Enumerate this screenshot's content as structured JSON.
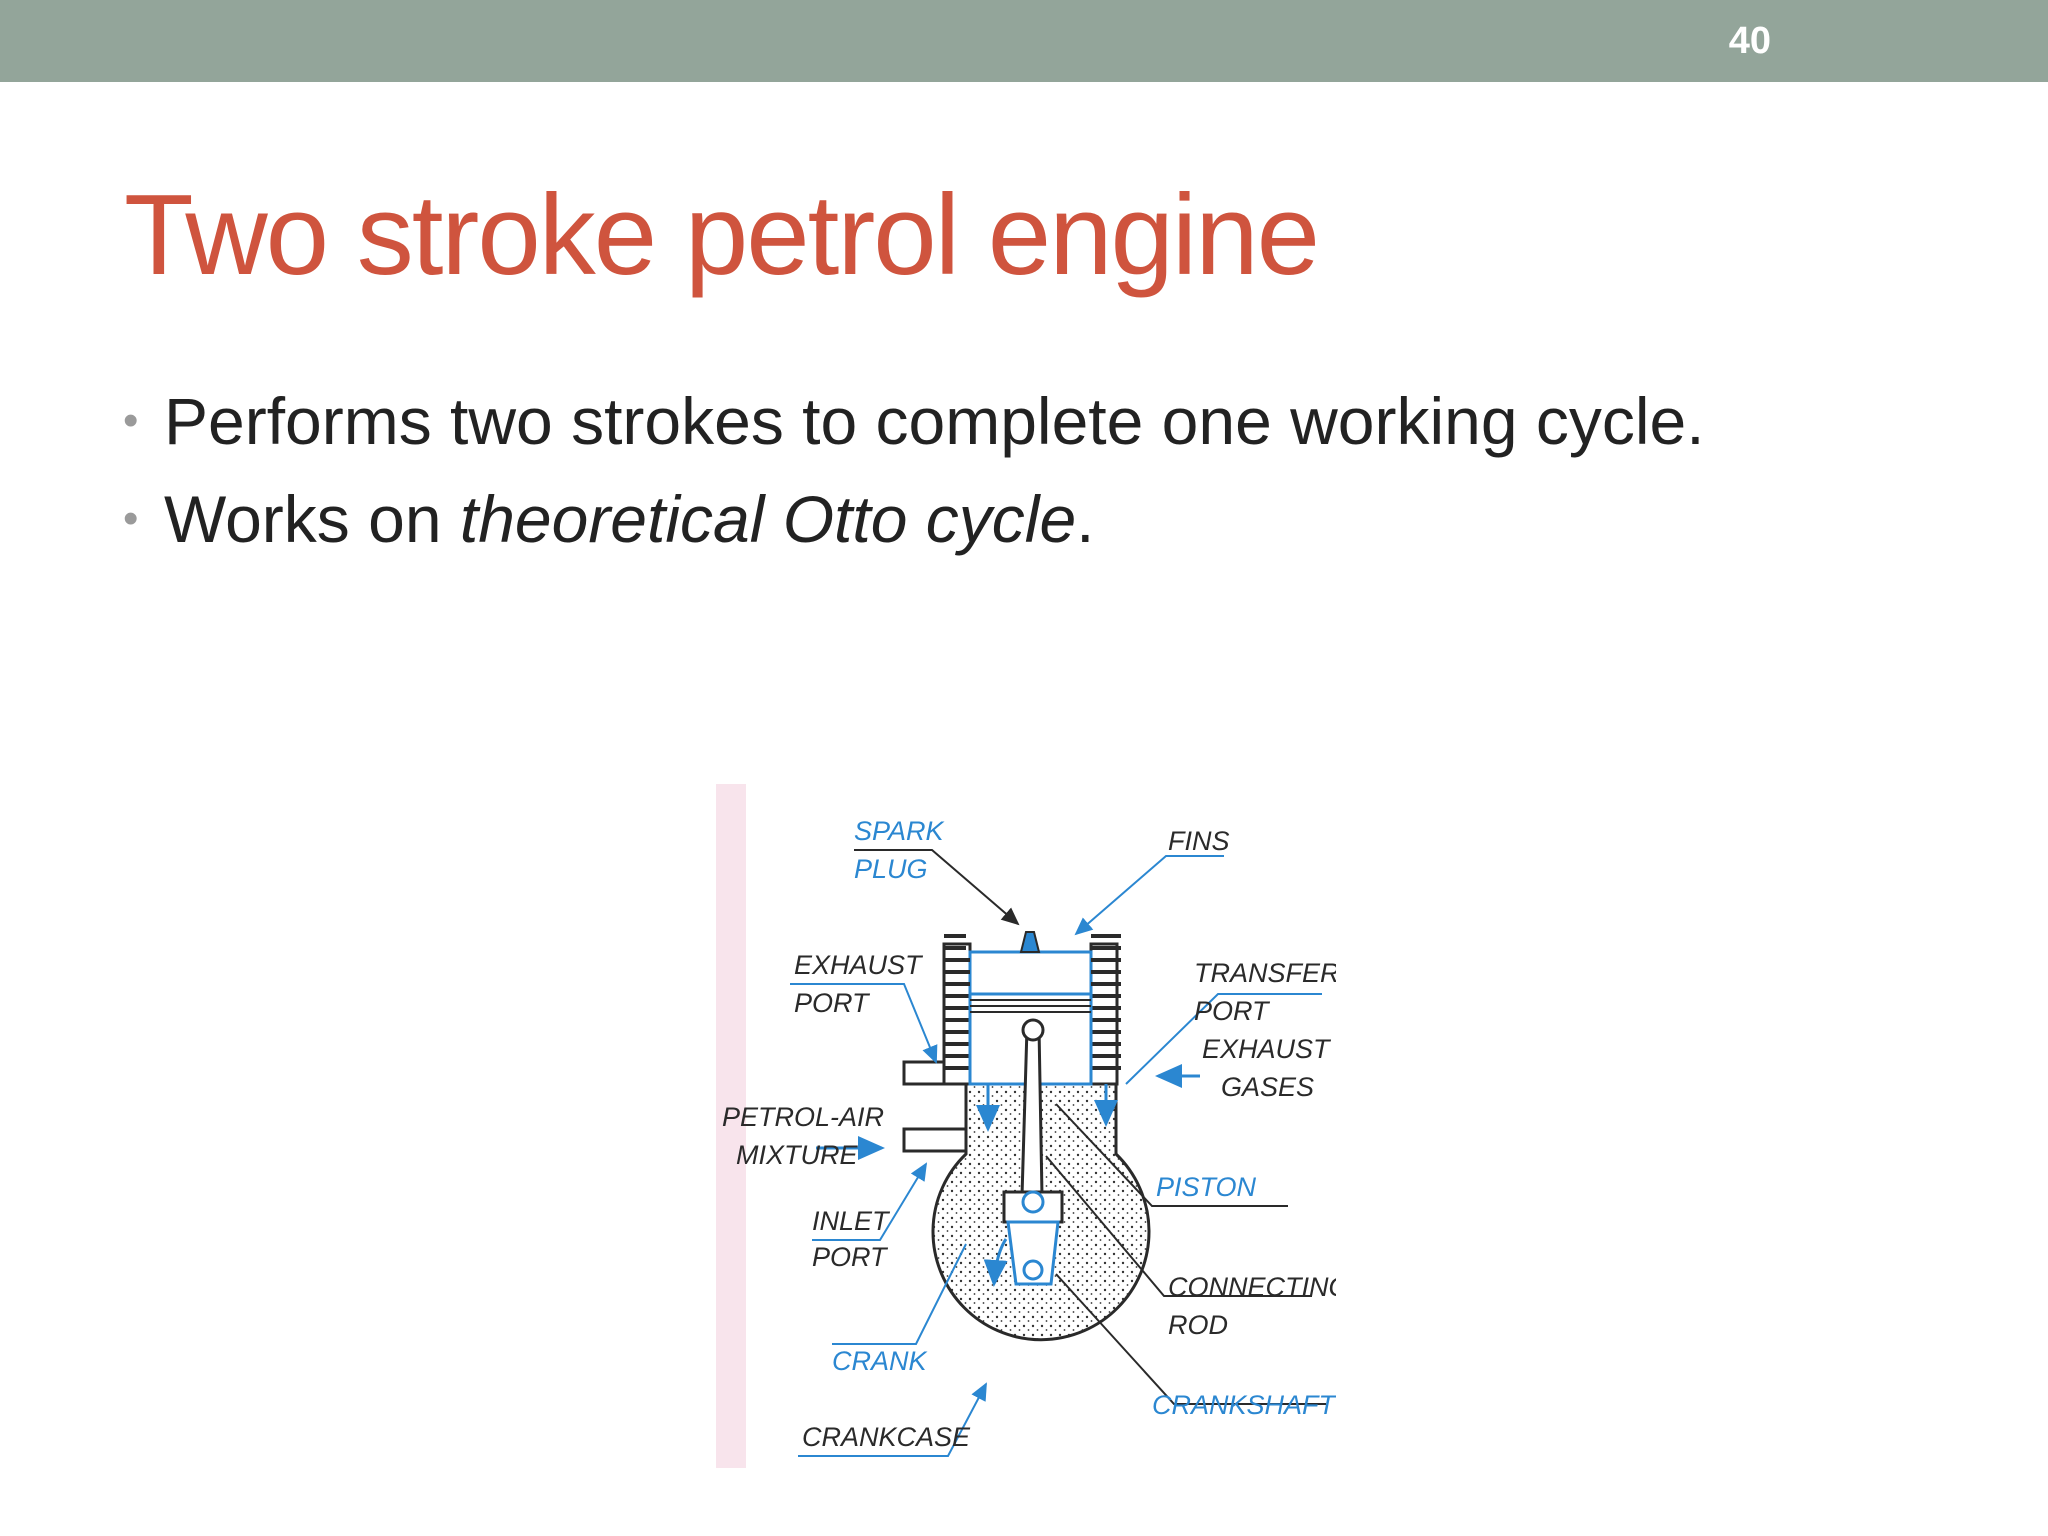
{
  "slide": {
    "number": "40",
    "title": "Two stroke petrol engine",
    "bullets": [
      {
        "text": "Performs two strokes to complete one working cycle."
      },
      {
        "prefix": "Works on ",
        "emphasis": "theoretical Otto cycle",
        "suffix": "."
      }
    ]
  },
  "diagram": {
    "labels": {
      "spark_plug_1": "SPARK",
      "spark_plug_2": "PLUG",
      "fins": "FINS",
      "exhaust_port_1": "EXHAUST",
      "exhaust_port_2": "PORT",
      "transfer_port_1": "TRANSFER",
      "transfer_port_2": "PORT",
      "exhaust_gases_1": "EXHAUST",
      "exhaust_gases_2": "GASES",
      "petrol_air_1": "PETROL-AIR",
      "petrol_air_2": "MIXTURE",
      "piston": "PISTON",
      "inlet_port_1": "INLET",
      "inlet_port_2": "PORT",
      "connecting_rod_1": "CONNECTING",
      "connecting_rod_2": "ROD",
      "crank": "CRANK",
      "crankcase": "CRANKCASE",
      "crankshaft": "CRANKSHAFT"
    },
    "colors": {
      "accent": "#2b87d1",
      "ink": "#2a2a2a"
    }
  },
  "colors": {
    "title": "#cf543e",
    "topbar": "#93a59a",
    "body_text": "#222222"
  }
}
